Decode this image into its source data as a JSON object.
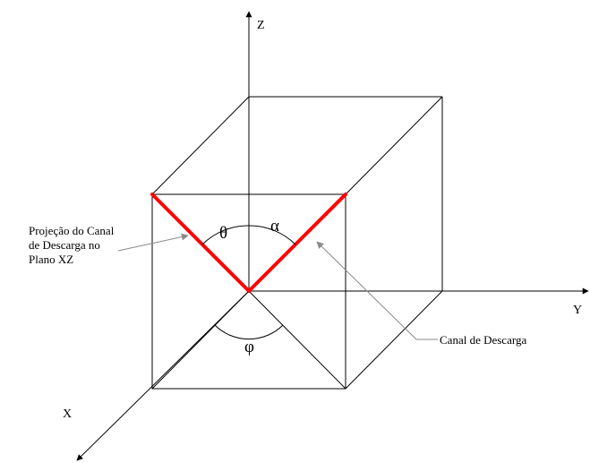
{
  "axes": {
    "z_label": "Z",
    "y_label": "Y",
    "x_label": "X"
  },
  "angles": {
    "theta": "θ",
    "alpha": "α",
    "phi": "φ"
  },
  "annotations": {
    "projection_line1": "Projeção do Canal",
    "projection_line2": "de Descarga no",
    "projection_line3": "Plano XZ",
    "channel": "Canal de Descarga"
  },
  "colors": {
    "discharge_channel": "#ff0000",
    "lines": "#000000",
    "pointers": "#8a8a8a"
  }
}
